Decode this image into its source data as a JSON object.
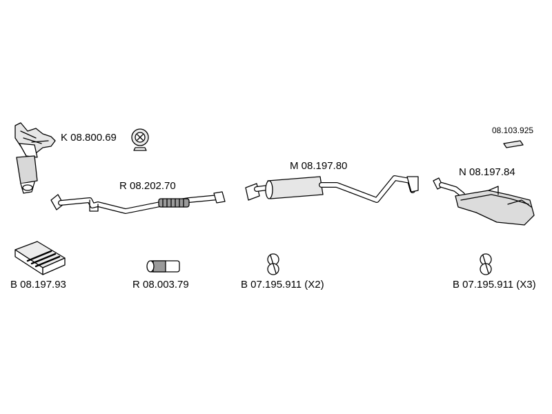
{
  "parts": {
    "catalytic_converter": {
      "code": "K 08.800.69"
    },
    "front_pipe": {
      "code": "R 08.202.70"
    },
    "middle_silencer": {
      "code": "M 08.197.80"
    },
    "rear_silencer": {
      "code": "N 08.197.84"
    },
    "small_part": {
      "code": "08.103.925"
    },
    "mounting_kit": {
      "code": "B 08.197.93"
    },
    "flex_connector": {
      "code": "R 08.003.79"
    },
    "rubber_mount_middle": {
      "code": "B 07.195.911 (X2)"
    },
    "rubber_mount_rear": {
      "code": "B 07.195.911 (X3)"
    }
  },
  "colors": {
    "line": "#000000",
    "fill": "#ffffff",
    "shade": "#d8d8d8",
    "dark": "#9a9a9a"
  }
}
